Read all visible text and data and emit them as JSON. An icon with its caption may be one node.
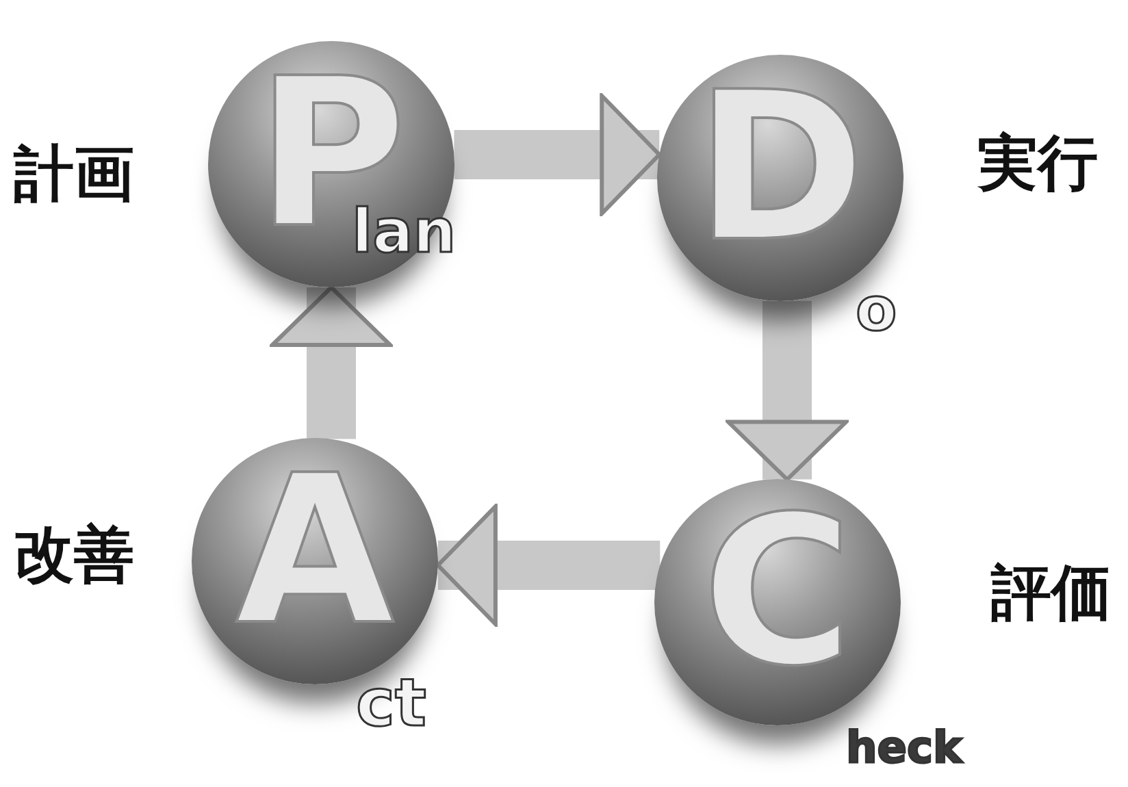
{
  "diagram": {
    "nodes": [
      {
        "text": [
          "P",
          "lan"
        ],
        "beside": [
          "計画"
        ]
      },
      {
        "text": [
          "D",
          "o"
        ],
        "beside": [
          "実行"
        ]
      },
      {
        "text": [
          "A",
          "ct"
        ],
        "beside": [
          "改善"
        ]
      },
      {
        "text": [
          "C",
          "heck"
        ],
        "beside": [
          "評価"
        ]
      }
    ],
    "edges": [
      {
        "from": 0,
        "to": 1,
        "arrow": "to"
      },
      {
        "from": 1,
        "to": 3,
        "arrow": "to"
      },
      {
        "from": 3,
        "to": 2,
        "arrow": "to"
      },
      {
        "from": 2,
        "to": 0,
        "arrow": "to"
      }
    ]
  }
}
